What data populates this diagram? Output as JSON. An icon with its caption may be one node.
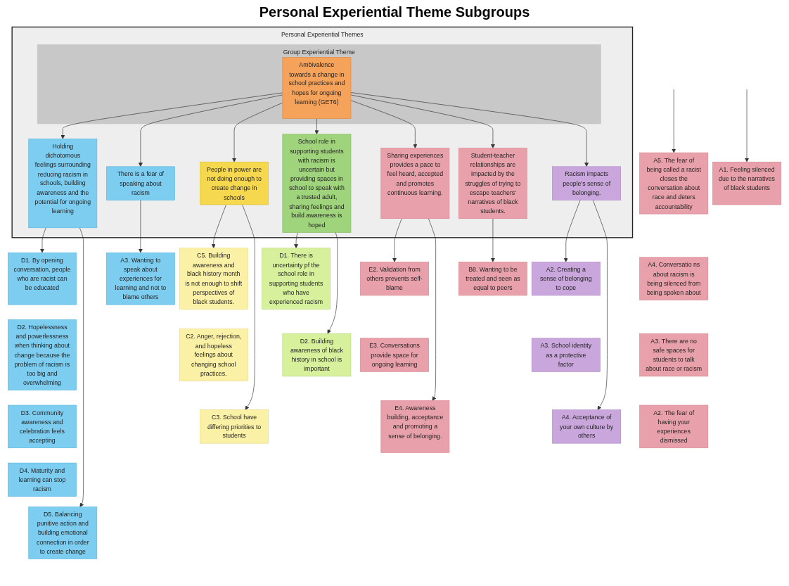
{
  "diagram": {
    "title": "Personal Experiential Theme Subgroups",
    "nodes": [
      {
        "text": [
          "Personal Experiential Themes"
        ]
      },
      {
        "text": [
          "Group Experiential Theme"
        ],
        "in": 0
      },
      {
        "text": [
          "Ambivalence towards a change in school practices and hopes for ongoing learning (GET6)"
        ],
        "in": 1
      },
      {
        "text": [
          "Holding dichotomous feelings surrounding reducing racism in schools, building awareness and the potential for ongoing learning"
        ],
        "in": 0
      },
      {
        "text": [
          "There is a fear of speaking about racism"
        ],
        "in": 0
      },
      {
        "text": [
          "People in power are not doing enough to create change in schools"
        ],
        "in": 0
      },
      {
        "text": [
          "School role in supporting students with racism is uncertain but providing spaces in school to speak with a trusted adult, sharing feelings and build awareness is hoped"
        ],
        "in": 0
      },
      {
        "text": [
          "Sharing experiences provides a pace to feel heard, accepted and promotes continuous learning."
        ],
        "in": 0
      },
      {
        "text": [
          "Student-teacher relationships are impacted by the struggles of trying to escape teachers' narratives of black students."
        ],
        "in": 0
      },
      {
        "text": [
          "Racism impacts people's sense of belonging."
        ],
        "in": 0
      },
      {
        "text": [
          "A5. The fear of being called a racist closes the conversation about race and deters accountability"
        ]
      },
      {
        "text": [
          "A4. Conversatio ns about racism is being silenced from being spoken about"
        ]
      },
      {
        "text": [
          "A3. There are no safe spaces for students to talk about race or racism"
        ]
      },
      {
        "text": [
          "A2. The fear of having your experiences dismissed"
        ]
      },
      {
        "text": [
          "A1. Feeling silenced due to the narratives of black students"
        ]
      },
      {
        "text": [
          "D1. By opening conversation, people who are racist can be educated"
        ]
      },
      {
        "text": [
          "D2. Hopelessness and powerlessness when thinking about change because the problem of racism is too big and overwhelming"
        ]
      },
      {
        "text": [
          "D3. Community awareness and celebration feels accepting"
        ]
      },
      {
        "text": [
          "D4. Maturity and learning can stop racism"
        ]
      },
      {
        "text": [
          "D5. Balancing punitive action and building emotional connection in order to create change"
        ]
      },
      {
        "text": [
          "A3. Wanting to speak about experiences for learning and not to blame others"
        ]
      },
      {
        "text": [
          "E2. Validation from others prevents self-blame"
        ]
      },
      {
        "text": [
          "E3. Conversations provide space for ongoing learning"
        ]
      },
      {
        "text": [
          "E4. Awareness building, acceptance and promoting a sense of belonging."
        ]
      },
      {
        "text": [
          "B8. Wanting to be treated and seen as equal to peers"
        ]
      },
      {
        "text": [
          "C5. Building awareness and black history month is not enough to shift perspectives of black students."
        ]
      },
      {
        "text": [
          "C2. Anger, rejection, and hopeless feelings about changing school practices."
        ]
      },
      {
        "text": [
          "C3. School have differing priorities to students"
        ]
      },
      {
        "text": [
          "D1. There is uncertainty pf the school role in supporting students who have experienced racism"
        ]
      },
      {
        "text": [
          "D2. Building awareness of black history in school is important"
        ]
      },
      {
        "text": [
          "A2. Creating a sense of belonging to cope"
        ]
      },
      {
        "text": [
          "A3. School identity as a protective factor"
        ]
      },
      {
        "text": [
          "A4. Acceptance of your own culture by others"
        ]
      }
    ],
    "edges": [
      {
        "from": 2,
        "to": 3,
        "arrow": "to"
      },
      {
        "from": 2,
        "to": 4,
        "arrow": "to"
      },
      {
        "from": 2,
        "to": 5,
        "arrow": "to"
      },
      {
        "from": 2,
        "to": 6,
        "arrow": "to"
      },
      {
        "from": 2,
        "to": 7,
        "arrow": "to"
      },
      {
        "from": 2,
        "to": 8,
        "arrow": "to"
      },
      {
        "from": 2,
        "to": 9,
        "arrow": "to"
      },
      {
        "from": null,
        "to": 10,
        "arrow": "to"
      },
      {
        "from": null,
        "to": 14,
        "arrow": "to"
      },
      {
        "from": 3,
        "to": 15,
        "arrow": "to"
      },
      {
        "from": 3,
        "to": 19,
        "arrow": "to"
      },
      {
        "from": 4,
        "to": 20,
        "arrow": "to"
      },
      {
        "from": 7,
        "to": 21,
        "arrow": "to"
      },
      {
        "from": 7,
        "to": 23,
        "arrow": "to"
      },
      {
        "from": 8,
        "to": 24,
        "arrow": "to"
      },
      {
        "from": 5,
        "to": 25,
        "arrow": "to"
      },
      {
        "from": 5,
        "to": 27,
        "arrow": "to"
      },
      {
        "from": 6,
        "to": 28,
        "arrow": "to"
      },
      {
        "from": 6,
        "to": 29,
        "arrow": "to"
      },
      {
        "from": 9,
        "to": 30,
        "arrow": "to"
      },
      {
        "from": 9,
        "to": 32,
        "arrow": "to"
      }
    ]
  }
}
